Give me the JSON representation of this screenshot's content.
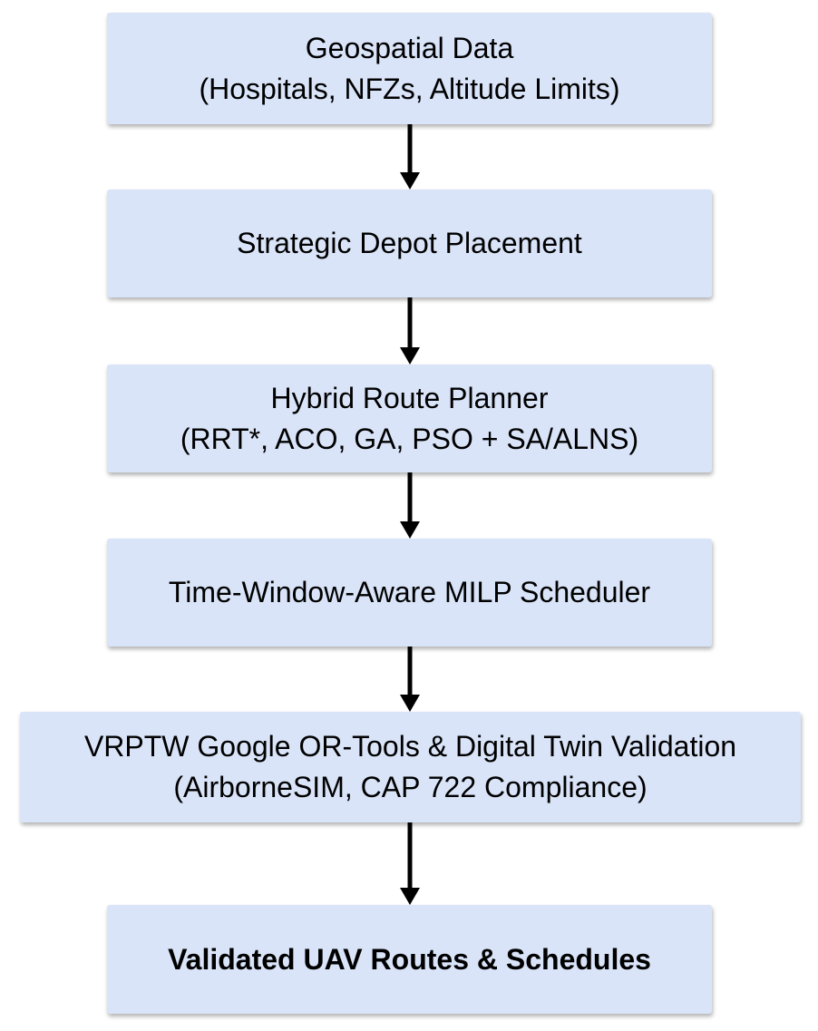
{
  "diagram": {
    "nodes": [
      {
        "id": "geospatial-data",
        "lines": [
          "Geospatial Data",
          "(Hospitals, NFZs, Altitude Limits)"
        ]
      },
      {
        "id": "strategic-depot-placement",
        "lines": [
          "Strategic Depot Placement"
        ]
      },
      {
        "id": "hybrid-route-planner",
        "lines": [
          "Hybrid Route Planner",
          "(RRT*, ACO, GA, PSO + SA/ALNS)"
        ]
      },
      {
        "id": "milp-scheduler",
        "lines": [
          "Time-Window-Aware MILP Scheduler"
        ]
      },
      {
        "id": "vrptw-digital-twin",
        "lines": [
          "VRPTW Google OR-Tools & Digital Twin Validation",
          "(AirborneSIM, CAP 722 Compliance)"
        ]
      },
      {
        "id": "validated-output",
        "lines": [
          "Validated UAV Routes & Schedules"
        ]
      }
    ],
    "colors": {
      "box_fill": "#d9e4f8",
      "text_color": "#000000",
      "arrow_color": "#000000",
      "background": "#ffffff"
    }
  }
}
